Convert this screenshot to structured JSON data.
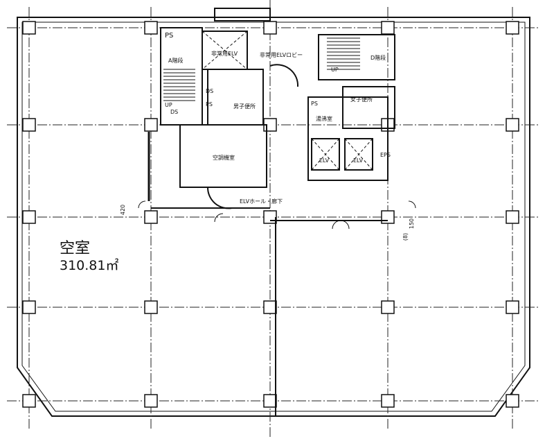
{
  "plan": {
    "vacant_label": "空室",
    "vacant_area": "310.81㎡",
    "rooms": {
      "ps_top": "PS",
      "emergency_elv": "非常用ELV",
      "emergency_elv_lobby": "非常用ELVロビー",
      "stair_a": "A階段",
      "stair_d": "D階段",
      "ds_1": "DS",
      "ps_2": "PS",
      "up_label": "UP",
      "ds_2": "DS",
      "up_label_2": "UP",
      "mens_toilet": "男子便所",
      "womens_toilet": "女子便所",
      "ps_3": "PS",
      "kitchenette": "湯沸室",
      "elv_1": "ELV",
      "elv_2": "ELV",
      "eps": "EPS",
      "ahu_room": "空調機室",
      "elv_hall": "ELVホール・廊下"
    },
    "dimensions": {
      "dim_420": "420",
      "dim_150": "150",
      "dim_8": "(8)"
    }
  }
}
